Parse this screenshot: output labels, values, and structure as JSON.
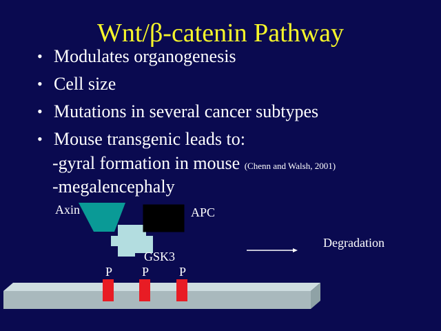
{
  "slide": {
    "title": "Wnt/β-catenin Pathway",
    "bullets": [
      {
        "text": "Modulates organogenesis"
      },
      {
        "text": "Cell size"
      },
      {
        "text": "Mutations in several cancer subtypes"
      },
      {
        "text": "Mouse transgenic leads to:"
      }
    ],
    "sub_lines": {
      "gyral": "-gyral formation in mouse",
      "citation": "(Chenn and Walsh, 2001)",
      "megalencephaly": "-megalencephaly"
    },
    "bullet_glyph": "•"
  },
  "diagram": {
    "axin_label": "Axin",
    "apc_label": "APC",
    "gsk3_label": "GSK3",
    "degradation_label": "Degradation",
    "phospho_labels": [
      "P",
      "P",
      "P"
    ],
    "colors": {
      "background": "#0a0a50",
      "title": "#f6f62a",
      "axin": "#0a9a96",
      "apc": "#000000",
      "gsk3": "#b3dde0",
      "phospho": "#e81c24",
      "membrane_front": "#a9b9bd",
      "membrane_top": "#cfdde0",
      "membrane_side": "#8fa2a6"
    }
  }
}
